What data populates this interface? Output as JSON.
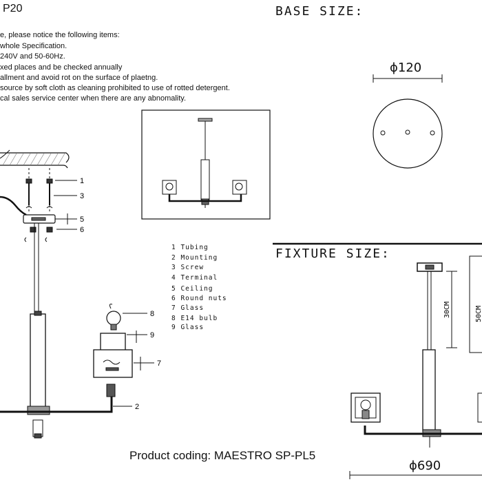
{
  "header": {
    "code": "P20",
    "notes": [
      "e, please notice the following items:",
      "whole Specification.",
      "240V and 50-60Hz.",
      "xed places and be checked annually",
      "allment and avoid rot on the surface of plaetng.",
      "source by soft cloth as cleaning prohibited to use of rotted detergent.",
      "cal sales service center when there are any abnomality."
    ]
  },
  "base_size": {
    "heading": "BASE SIZE:",
    "diameter": "ϕ120"
  },
  "fixture_size": {
    "heading": "FIXTURE SIZE:",
    "height": "30CM",
    "height_right": "50CM",
    "diameter": "ϕ690"
  },
  "callouts": [
    "1",
    "2",
    "3",
    "5",
    "6",
    "7",
    "8",
    "9"
  ],
  "legend": [
    "1 Tubing",
    "2 Mounting",
    "3 Screw",
    "4 Terminal",
    "5 Ceiling",
    "6 Round nuts",
    "7 Glass",
    "8 E14 bulb",
    "9 Glass"
  ],
  "product_coding": "Product coding: MAESTRO SP-PL5"
}
